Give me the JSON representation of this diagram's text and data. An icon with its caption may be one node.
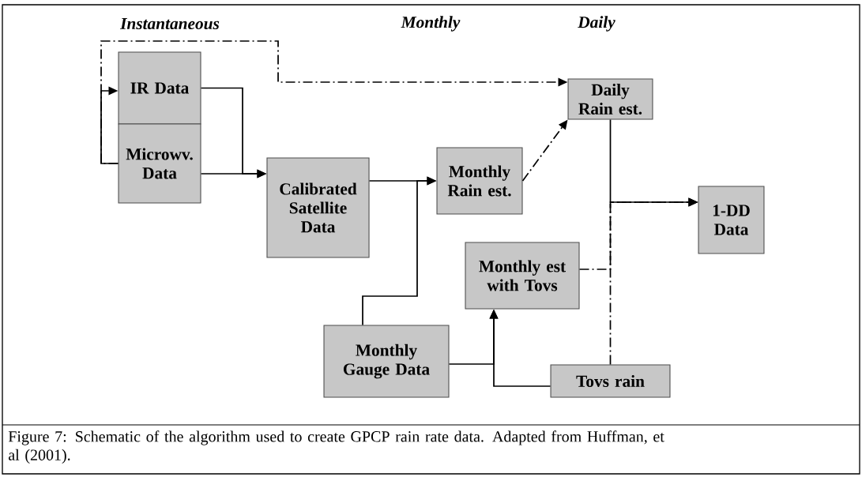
{
  "diagram": {
    "caption": "Figure 7: Schematic of the algorithm used to create GPCP rain rate data. Adapted from Huffman, et al (2001).",
    "nodes": [
      {
        "text": [
          "IR Data"
        ]
      },
      {
        "text": [
          "Microwv. Data"
        ]
      },
      {
        "text": [
          "Calibrated Satellite Data"
        ]
      },
      {
        "text": [
          "Monthly Rain est."
        ]
      },
      {
        "text": [
          "Daily Rain est."
        ]
      },
      {
        "text": [
          "1-DD Data"
        ]
      },
      {
        "text": [
          "Monthly est with Tovs"
        ]
      },
      {
        "text": [
          "Monthly Gauge Data"
        ]
      },
      {
        "text": [
          "Tovs rain"
        ]
      }
    ],
    "edges": [
      {
        "from": 0,
        "to": 2,
        "arrow": "to"
      },
      {
        "from": 1,
        "to": 2,
        "arrow": "to"
      },
      {
        "from": 1,
        "to": 0,
        "arrow": "to"
      },
      {
        "from": 1,
        "to": 4,
        "arrow": "to",
        "style": "dashed"
      },
      {
        "from": 2,
        "to": 3,
        "arrow": "to"
      },
      {
        "from": 7,
        "to": 3,
        "arrow": "to"
      },
      {
        "from": 3,
        "to": 4,
        "arrow": "to",
        "style": "dashed"
      },
      {
        "from": 4,
        "to": 5,
        "arrow": "to"
      },
      {
        "from": 8,
        "to": 5,
        "arrow": "to",
        "style": "dashed"
      },
      {
        "from": 6,
        "to": 5,
        "arrow": "to",
        "style": "dashed"
      },
      {
        "from": 7,
        "to": 6,
        "arrow": "to"
      },
      {
        "from": 8,
        "to": 6,
        "arrow": "to"
      }
    ],
    "labels": [
      "Instantaneous",
      "Monthly",
      "Daily"
    ]
  }
}
